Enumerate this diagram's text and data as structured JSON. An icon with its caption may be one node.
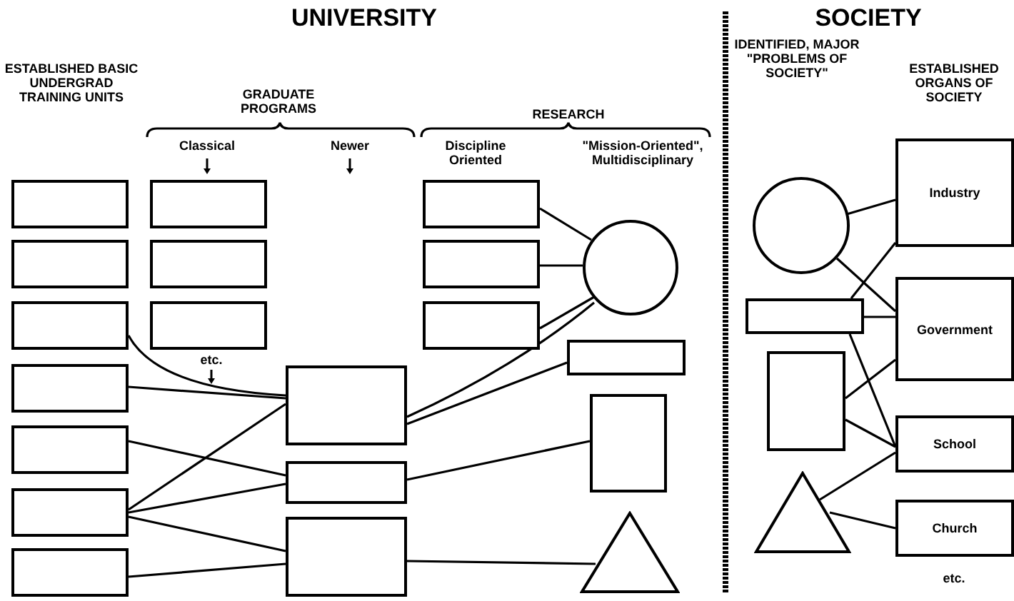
{
  "diagram": {
    "nodes": [
      {
        "text": [],
        "shape": "box"
      },
      {
        "text": [],
        "shape": "box"
      },
      {
        "text": [],
        "shape": "box"
      },
      {
        "text": [],
        "shape": "box"
      },
      {
        "text": [],
        "shape": "box"
      },
      {
        "text": [],
        "shape": "box"
      },
      {
        "text": [],
        "shape": "box"
      },
      {
        "text": [],
        "shape": "box"
      },
      {
        "text": [],
        "shape": "box"
      },
      {
        "text": [],
        "shape": "box"
      },
      {
        "text": [],
        "shape": "box"
      },
      {
        "text": [],
        "shape": "box"
      },
      {
        "text": [],
        "shape": "box"
      },
      {
        "text": [],
        "shape": "box"
      },
      {
        "text": [],
        "shape": "box"
      },
      {
        "text": [],
        "shape": "box"
      },
      {
        "text": [],
        "shape": "circle"
      },
      {
        "text": [],
        "shape": "box"
      },
      {
        "text": [],
        "shape": "box"
      },
      {
        "text": [],
        "shape": "triangle"
      },
      {
        "text": [],
        "shape": "circle"
      },
      {
        "text": [],
        "shape": "box"
      },
      {
        "text": [],
        "shape": "box"
      },
      {
        "text": [],
        "shape": "triangle"
      },
      {
        "text": [
          "Industry"
        ]
      },
      {
        "text": [
          "Government"
        ]
      },
      {
        "text": [
          "School"
        ]
      },
      {
        "text": [
          "Church"
        ]
      }
    ],
    "edges": [
      {
        "from": 2,
        "to": 10,
        "arrow": "none"
      },
      {
        "from": 3,
        "to": 10,
        "arrow": "none"
      },
      {
        "from": 4,
        "to": 11,
        "arrow": "none"
      },
      {
        "from": 5,
        "to": 10,
        "arrow": "none"
      },
      {
        "from": 5,
        "to": 11,
        "arrow": "none"
      },
      {
        "from": 5,
        "to": 12,
        "arrow": "none"
      },
      {
        "from": 6,
        "to": 12,
        "arrow": "none"
      },
      {
        "from": 10,
        "to": 16,
        "arrow": "none"
      },
      {
        "from": 10,
        "to": 17,
        "arrow": "none"
      },
      {
        "from": 11,
        "to": 18,
        "arrow": "none"
      },
      {
        "from": 12,
        "to": 19,
        "arrow": "none"
      },
      {
        "from": 13,
        "to": 16,
        "arrow": "none"
      },
      {
        "from": 14,
        "to": 16,
        "arrow": "none"
      },
      {
        "from": 15,
        "to": 16,
        "arrow": "none"
      },
      {
        "from": 20,
        "to": 24,
        "arrow": "none"
      },
      {
        "from": 20,
        "to": 25,
        "arrow": "none"
      },
      {
        "from": 21,
        "to": 24,
        "arrow": "none"
      },
      {
        "from": 21,
        "to": 25,
        "arrow": "none"
      },
      {
        "from": 21,
        "to": 26,
        "arrow": "none"
      },
      {
        "from": 22,
        "to": 25,
        "arrow": "none"
      },
      {
        "from": 22,
        "to": 26,
        "arrow": "none"
      },
      {
        "from": 23,
        "to": 26,
        "arrow": "none"
      },
      {
        "from": 23,
        "to": 27,
        "arrow": "none"
      }
    ],
    "labels": [
      "UNIVERSITY",
      "SOCIETY",
      "IDENTIFIED, MAJOR \"PROBLEMS OF SOCIETY\"",
      "ESTABLISHED BASIC UNDERGRAD TRAINING UNITS",
      "ESTABLISHED ORGANS OF SOCIETY",
      "GRADUATE PROGRAMS",
      "RESEARCH",
      "Classical",
      "Newer",
      "Discipline Oriented",
      "\"Mission-Oriented\", Multidisciplinary",
      "etc.",
      "etc."
    ]
  }
}
